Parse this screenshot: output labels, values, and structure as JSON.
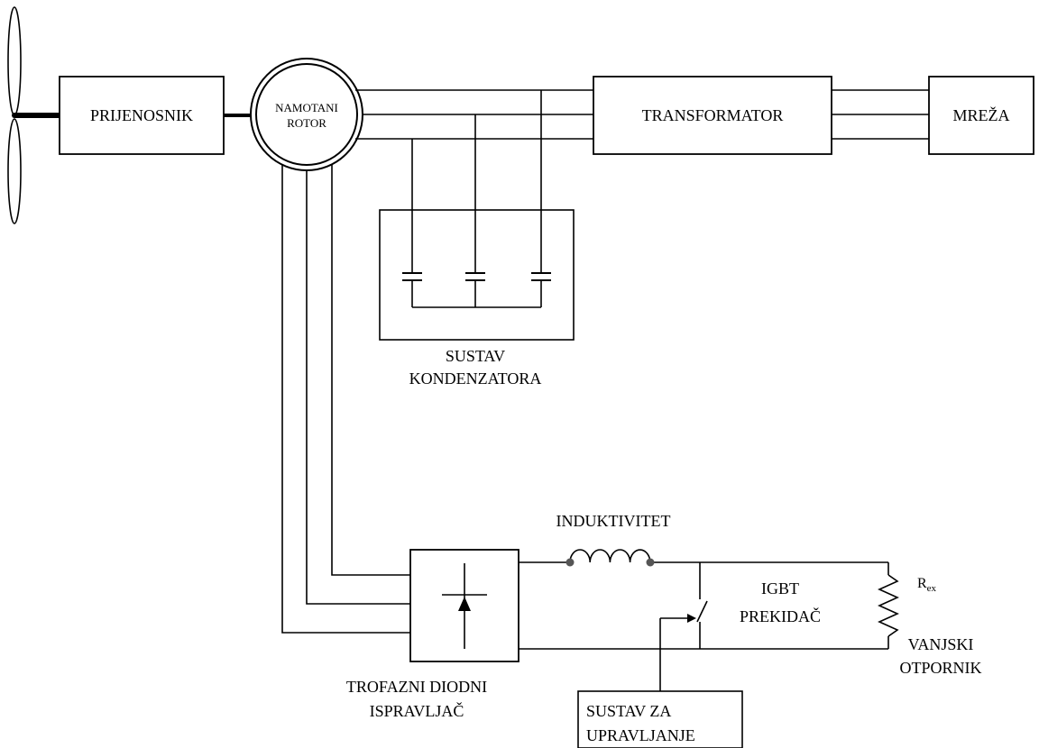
{
  "blocks": {
    "gearbox": "PRIJENOSNIK",
    "rotor_line1": "NAMOTANI",
    "rotor_line2": "ROTOR",
    "transformer": "TRANSFORMATOR",
    "grid": "MREŽA"
  },
  "capacitors": {
    "line1": "SUSTAV",
    "line2": "KONDENZATORA"
  },
  "rectifier": {
    "line1": "TROFAZNI DIODNI",
    "line2": "ISPRAVLJAČ"
  },
  "inductor": "INDUKTIVITET",
  "switch": {
    "line1": "IGBT",
    "line2": "PREKIDAČ"
  },
  "resistor": {
    "symbol": "R",
    "subscript": "ex",
    "line1": "VANJSKI",
    "line2": "OTPORNIK"
  },
  "control": {
    "line1": "SUSTAV ZA",
    "line2": "UPRAVLJANJE"
  }
}
